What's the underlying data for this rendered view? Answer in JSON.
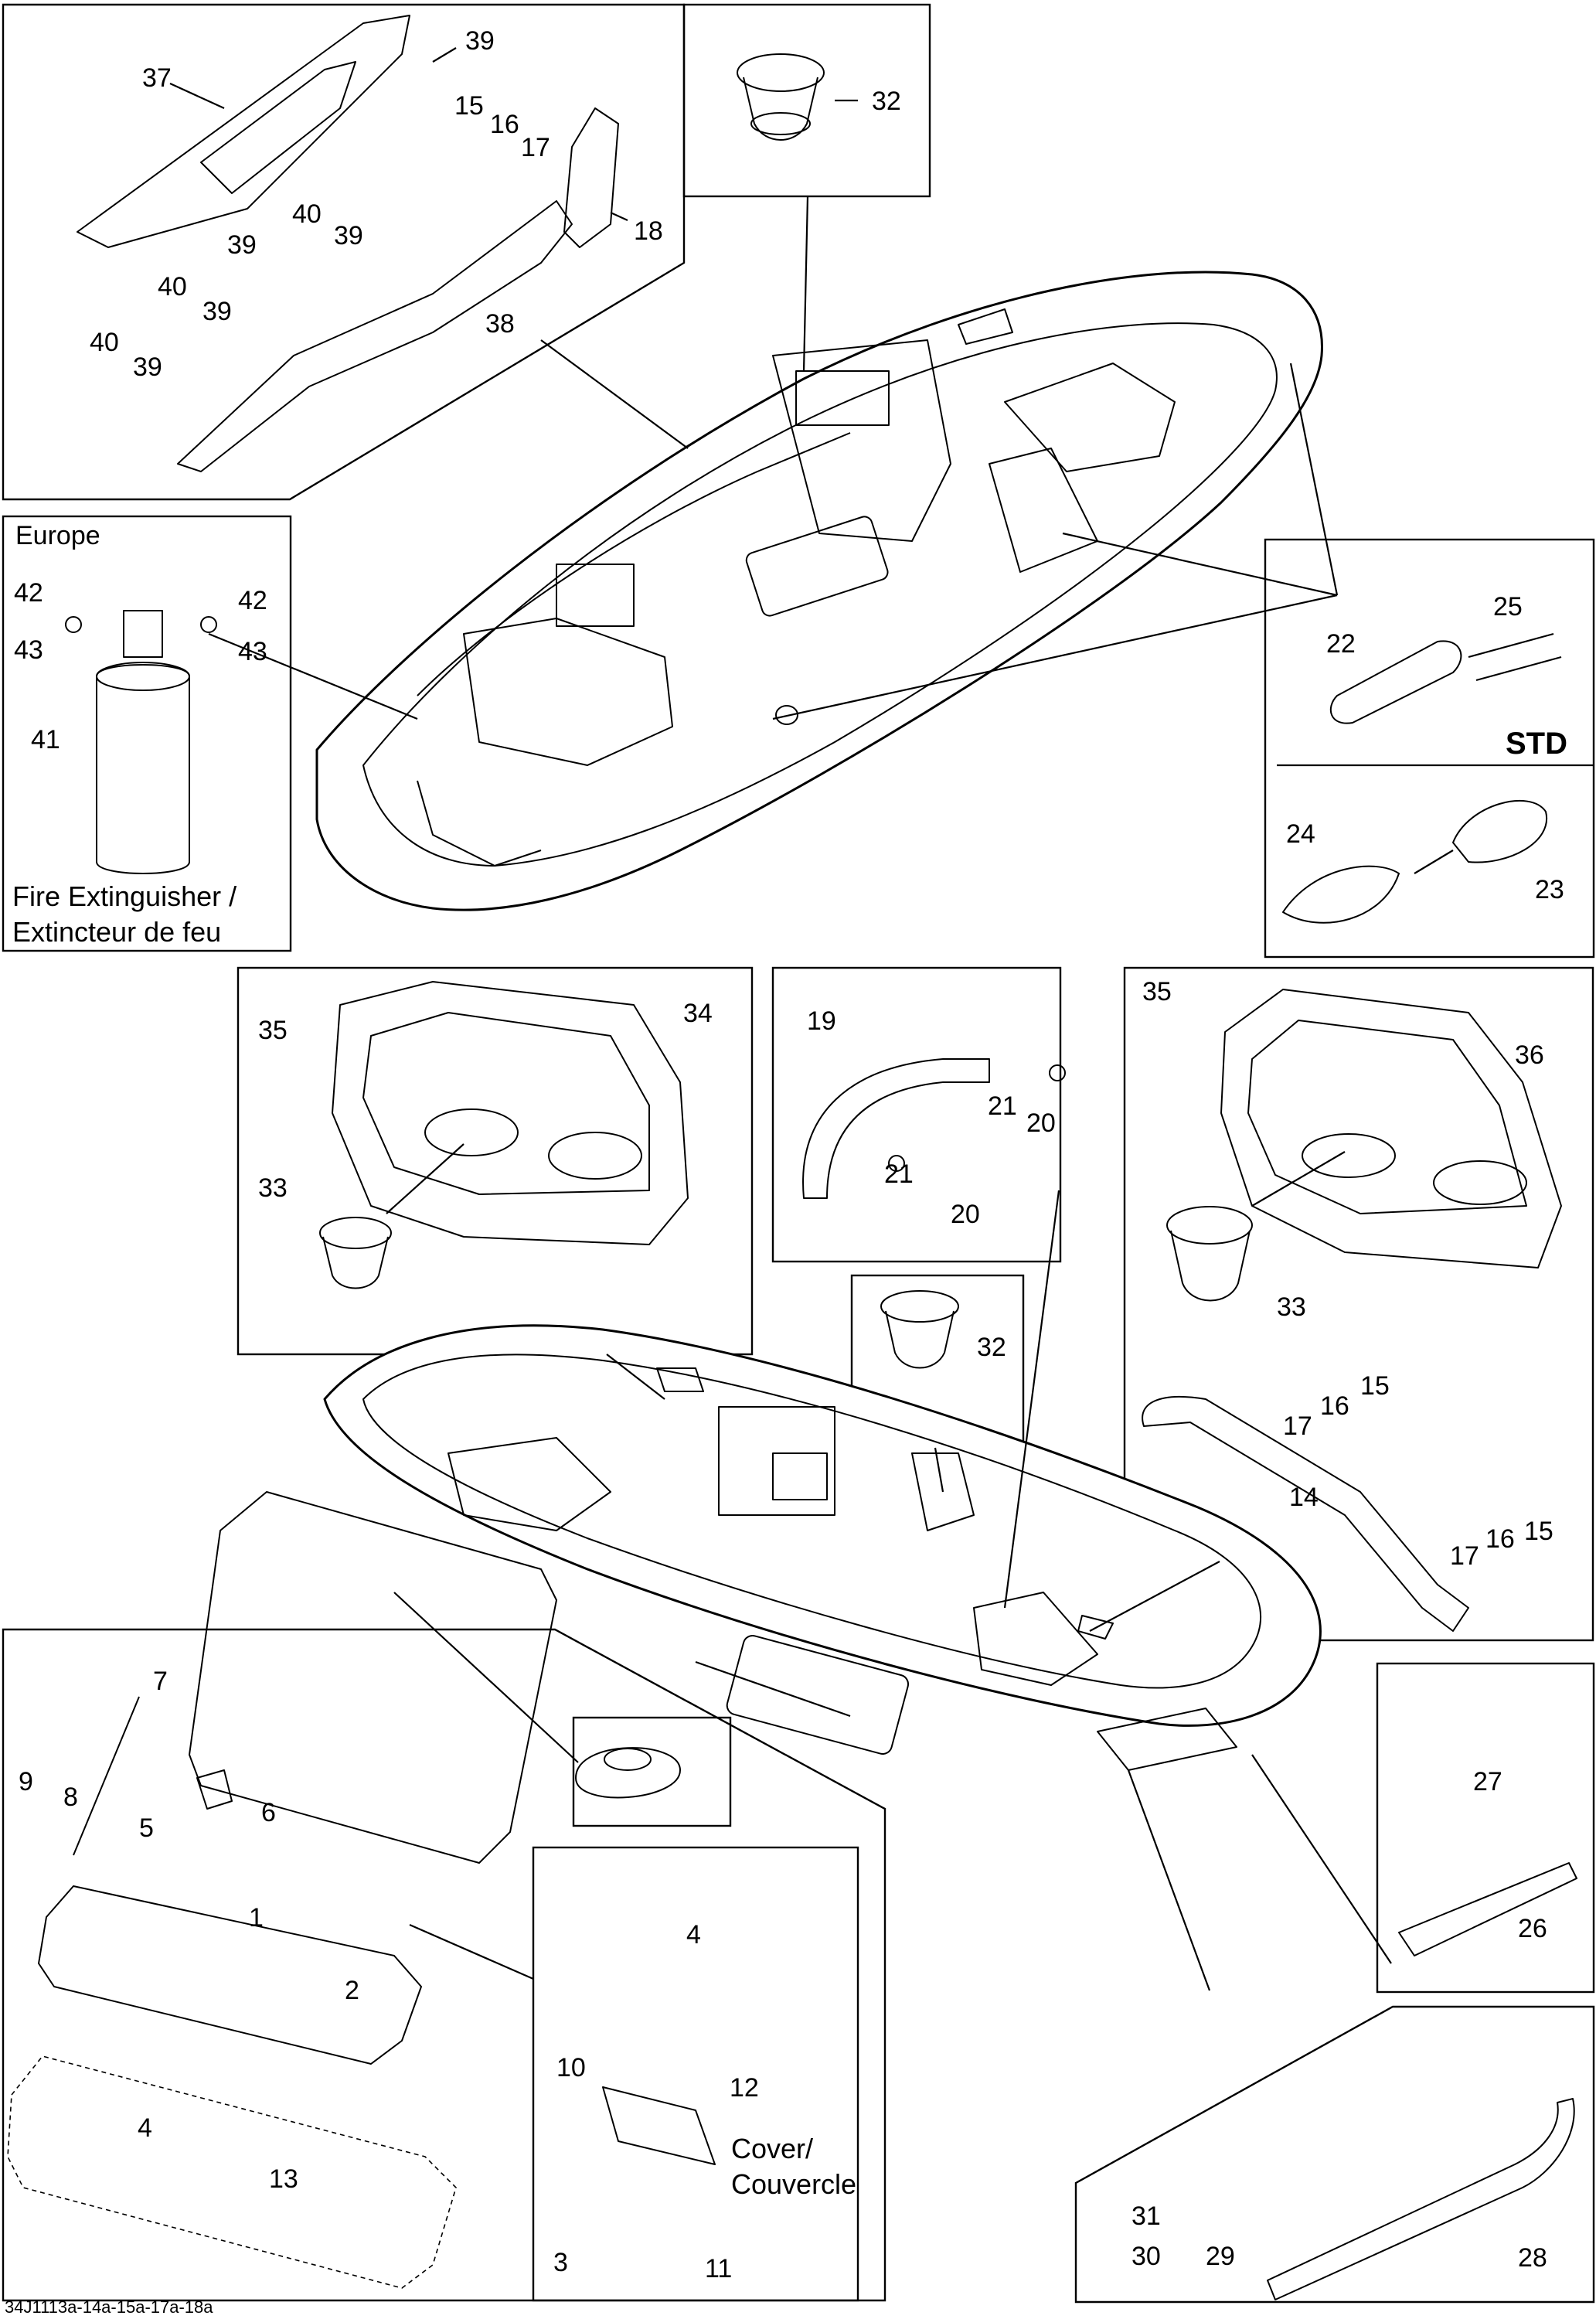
{
  "footer_code": "34J1113a-14a-15a-17a-18a",
  "panel_labels": {
    "europe": "Europe",
    "extinguisher_line1": "Fire Extinguisher /",
    "extinguisher_line2": "Extincteur de feu",
    "std": "STD",
    "cover_line1": "Cover/",
    "cover_line2": "Couvercle"
  },
  "callouts": [
    {
      "id": "c37",
      "n": "37"
    },
    {
      "id": "c39a",
      "n": "39"
    },
    {
      "id": "c15a",
      "n": "15"
    },
    {
      "id": "c16a",
      "n": "16"
    },
    {
      "id": "c17a",
      "n": "17"
    },
    {
      "id": "c18",
      "n": "18"
    },
    {
      "id": "c40a",
      "n": "40"
    },
    {
      "id": "c39b",
      "n": "39"
    },
    {
      "id": "c39c",
      "n": "39"
    },
    {
      "id": "c40b",
      "n": "40"
    },
    {
      "id": "c39d",
      "n": "39"
    },
    {
      "id": "c40c",
      "n": "40"
    },
    {
      "id": "c39e",
      "n": "39"
    },
    {
      "id": "c38",
      "n": "38"
    },
    {
      "id": "c32a",
      "n": "32"
    },
    {
      "id": "c42a",
      "n": "42"
    },
    {
      "id": "c42b",
      "n": "42"
    },
    {
      "id": "c43a",
      "n": "43"
    },
    {
      "id": "c43b",
      "n": "43"
    },
    {
      "id": "c41",
      "n": "41"
    },
    {
      "id": "c25",
      "n": "25"
    },
    {
      "id": "c22",
      "n": "22"
    },
    {
      "id": "c24",
      "n": "24"
    },
    {
      "id": "c23",
      "n": "23"
    },
    {
      "id": "c35a",
      "n": "35"
    },
    {
      "id": "c34",
      "n": "34"
    },
    {
      "id": "c33a",
      "n": "33"
    },
    {
      "id": "c19",
      "n": "19"
    },
    {
      "id": "c21a",
      "n": "21"
    },
    {
      "id": "c20a",
      "n": "20"
    },
    {
      "id": "c21b",
      "n": "21"
    },
    {
      "id": "c20b",
      "n": "20"
    },
    {
      "id": "c35b",
      "n": "35"
    },
    {
      "id": "c36",
      "n": "36"
    },
    {
      "id": "c33b",
      "n": "33"
    },
    {
      "id": "c15b",
      "n": "15"
    },
    {
      "id": "c16b",
      "n": "16"
    },
    {
      "id": "c17b",
      "n": "17"
    },
    {
      "id": "c14",
      "n": "14"
    },
    {
      "id": "c17c",
      "n": "17"
    },
    {
      "id": "c16c",
      "n": "16"
    },
    {
      "id": "c15c",
      "n": "15"
    },
    {
      "id": "c32b",
      "n": "32"
    },
    {
      "id": "c7",
      "n": "7"
    },
    {
      "id": "c9",
      "n": "9"
    },
    {
      "id": "c8",
      "n": "8"
    },
    {
      "id": "c5",
      "n": "5"
    },
    {
      "id": "c6",
      "n": "6"
    },
    {
      "id": "c1",
      "n": "1"
    },
    {
      "id": "c2",
      "n": "2"
    },
    {
      "id": "c4a",
      "n": "4"
    },
    {
      "id": "c4b",
      "n": "4"
    },
    {
      "id": "c13",
      "n": "13"
    },
    {
      "id": "c10",
      "n": "10"
    },
    {
      "id": "c12",
      "n": "12"
    },
    {
      "id": "c3",
      "n": "3"
    },
    {
      "id": "c11",
      "n": "11"
    },
    {
      "id": "c27",
      "n": "27"
    },
    {
      "id": "c26",
      "n": "26"
    },
    {
      "id": "c31",
      "n": "31"
    },
    {
      "id": "c30",
      "n": "30"
    },
    {
      "id": "c29",
      "n": "29"
    },
    {
      "id": "c28",
      "n": "28"
    }
  ]
}
